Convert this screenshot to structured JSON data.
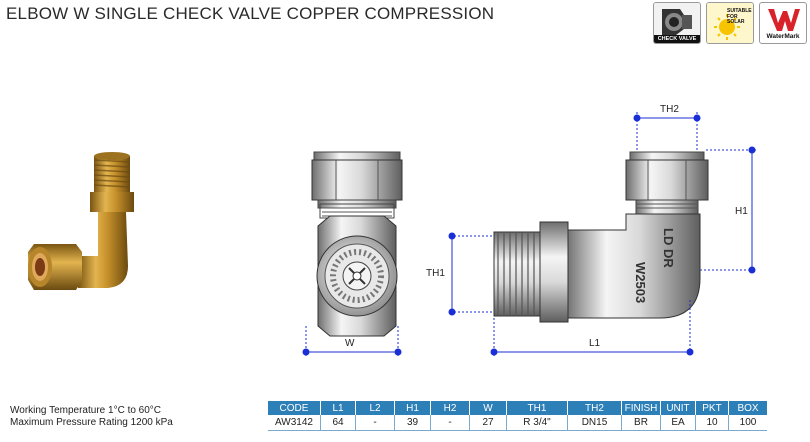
{
  "title": "ELBOW W SINGLE CHECK VALVE COPPER COMPRESSION",
  "badges": [
    {
      "name": "check-valve",
      "label": "CHECK VALVE"
    },
    {
      "name": "solar",
      "label": "SUITABLE FOR SOLAR"
    },
    {
      "name": "watermark",
      "label": "WaterMark"
    }
  ],
  "drawing_labels": {
    "th2": "TH2",
    "h1": "H1",
    "th1": "TH1",
    "w": "W",
    "l1": "L1",
    "emboss_1": "LD DR",
    "emboss_2": "W2503"
  },
  "specs": {
    "working_temp": "Working Temperature  1°C to 60°C",
    "max_pressure": "Maximum Pressure Rating  1200 kPa"
  },
  "table": {
    "headers": [
      "CODE",
      "L1",
      "L2",
      "H1",
      "H2",
      "W",
      "TH1",
      "TH2",
      "FINISH",
      "UNIT",
      "PKT",
      "BOX"
    ],
    "row": [
      "AW3142",
      "64",
      "-",
      "39",
      "-",
      "27",
      "R 3/4\"",
      "DN15",
      "BR",
      "EA",
      "10",
      "100"
    ]
  },
  "colors": {
    "header_bg": "#2d7fb8",
    "dimension_blue": "#1a2fd6",
    "brass": "#c9952e",
    "watermark_red": "#d8232a"
  }
}
